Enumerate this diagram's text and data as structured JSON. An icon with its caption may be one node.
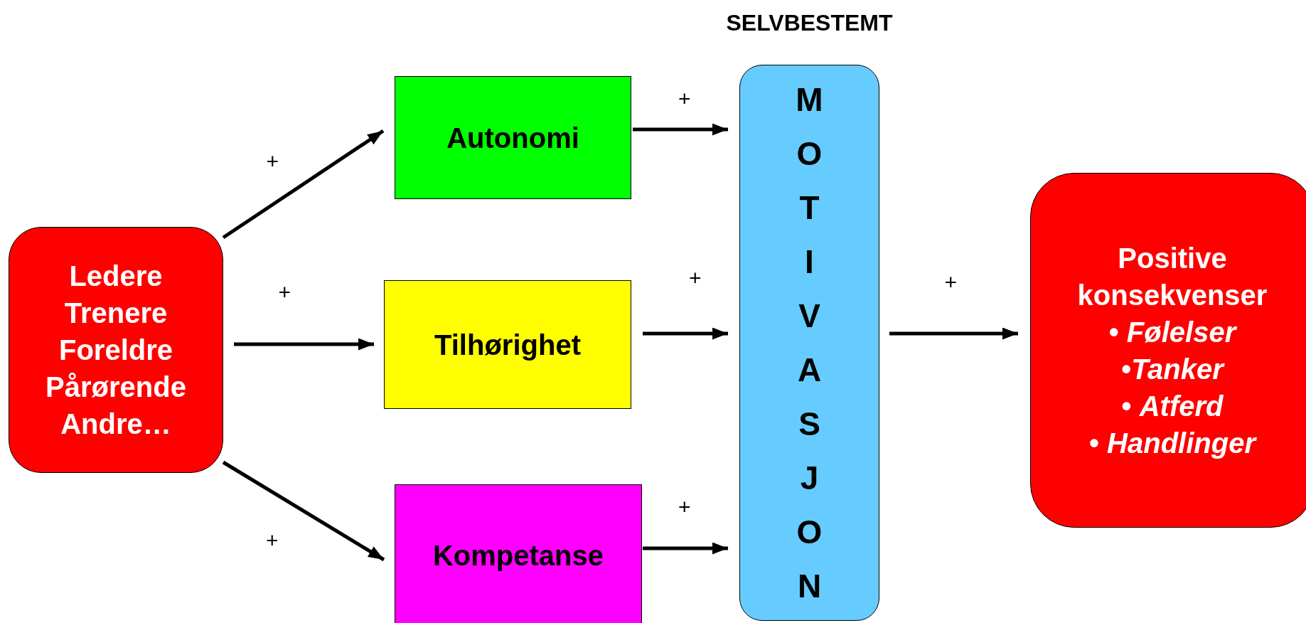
{
  "diagram": {
    "nodes": [
      {
        "text": [
          "Ledere",
          "Trenere",
          "Foreldre",
          "Pårørende",
          "Andre…"
        ]
      },
      {
        "text": [
          "Autonomi"
        ]
      },
      {
        "text": [
          "Tilhørighet"
        ]
      },
      {
        "text": [
          "Kompetanse"
        ]
      },
      {
        "text": [
          "SELVBESTEMT",
          "MOTIVASJON"
        ]
      },
      {
        "text": [
          "Positive konsekvenser",
          "• *Følelser*",
          "•*Tanker*",
          "• *Atferd*",
          "• *Handlinger*"
        ]
      }
    ],
    "edges": [
      {
        "from": 0,
        "to": 1,
        "arrow": "to",
        "label": "+"
      },
      {
        "from": 0,
        "to": 2,
        "arrow": "to",
        "label": "+"
      },
      {
        "from": 0,
        "to": 3,
        "arrow": "to",
        "label": "+"
      },
      {
        "from": 1,
        "to": 4,
        "arrow": "to",
        "label": "+"
      },
      {
        "from": 2,
        "to": 4,
        "arrow": "to",
        "label": "+"
      },
      {
        "from": 3,
        "to": 4,
        "arrow": "to",
        "label": "+"
      },
      {
        "from": 4,
        "to": 5,
        "arrow": "to",
        "label": "+"
      }
    ]
  }
}
